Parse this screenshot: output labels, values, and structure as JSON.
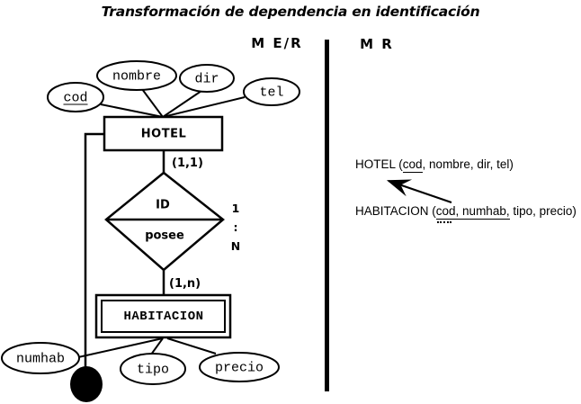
{
  "title": "Transformación de dependencia en identificación",
  "columns": {
    "er_model_label": "M E/R",
    "relational_model_label": "M R"
  },
  "colors": {
    "ink": "#000000",
    "background": "#ffffff"
  },
  "er": {
    "entity_hotel": "HOTEL",
    "entity_habitacion": "HABITACION",
    "relationship_id": "ID",
    "relationship_name": "posee",
    "cardinality_hotel": "(1,1)",
    "cardinality_habitacion": "(1,n)",
    "ratio_top": "1",
    "ratio_mid": ":",
    "ratio_bottom": "N",
    "attr_cod": "cod",
    "attr_nombre": "nombre",
    "attr_dir": "dir",
    "attr_tel": "tel",
    "attr_numhab": "numhab",
    "attr_tipo": "tipo",
    "attr_precio": "precio"
  },
  "mr": {
    "hotel_prefix": "HOTEL (",
    "hotel_pk": "cod",
    "hotel_suffix": ", nombre, dir, tel)",
    "habitacion_prefix": "HABITACION (",
    "habitacion_fk": "cod,",
    "habitacion_pk": " numhab,",
    "habitacion_suffix": " tipo, precio)"
  }
}
